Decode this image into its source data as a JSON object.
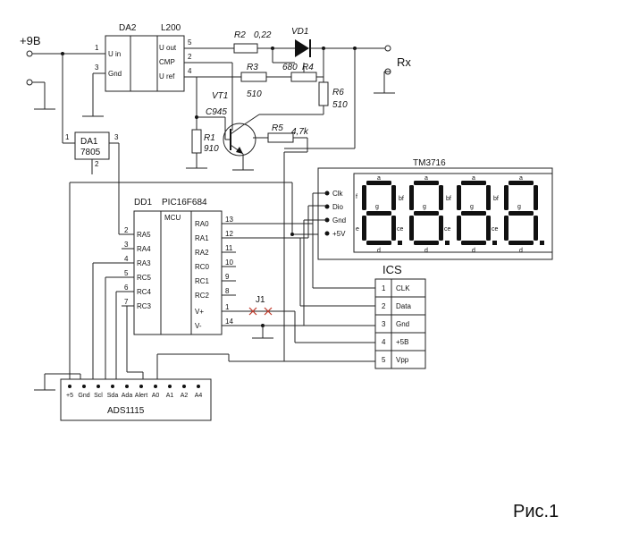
{
  "supply": {
    "label": "+9В"
  },
  "output": {
    "label": "Rx"
  },
  "figure_caption": "Рис.1",
  "da2": {
    "ref": "DA2",
    "part": "L200",
    "pins": {
      "p1": "1",
      "p3": "3",
      "p5": "5",
      "p2": "2",
      "p4": "4"
    },
    "labels": {
      "uin": "U in",
      "gnd": "Gnd",
      "uout": "U out",
      "cmp": "CMP",
      "uref": "U ref"
    }
  },
  "da1": {
    "ref": "DA1",
    "part": "7805",
    "pins": {
      "p1": "1",
      "p2": "2",
      "p3": "3"
    }
  },
  "resistors": {
    "r1": {
      "ref": "R1",
      "value": "910"
    },
    "r2": {
      "ref": "R2",
      "value": "0,22"
    },
    "r3": {
      "ref": "R3",
      "value": "510"
    },
    "r4": {
      "ref": "R4",
      "value": "680"
    },
    "r5": {
      "ref": "R5",
      "value": "4,7k"
    },
    "r6": {
      "ref": "R6",
      "value": "510"
    }
  },
  "vd1": {
    "ref": "VD1"
  },
  "vt1": {
    "ref": "VT1",
    "part": "C945"
  },
  "j1": {
    "ref": "J1"
  },
  "dd1": {
    "ref": "DD1",
    "part": "PIC16F684",
    "core": "MCU",
    "left_pins": [
      {
        "num": "2",
        "name": "RA5"
      },
      {
        "num": "3",
        "name": "RA4"
      },
      {
        "num": "4",
        "name": "RA3"
      },
      {
        "num": "5",
        "name": "RC5"
      },
      {
        "num": "6",
        "name": "RC4"
      },
      {
        "num": "7",
        "name": "RC3"
      }
    ],
    "right_pins": [
      {
        "num": "13",
        "name": "RA0"
      },
      {
        "num": "12",
        "name": "RA1"
      },
      {
        "num": "11",
        "name": "RA2"
      },
      {
        "num": "10",
        "name": "RC0"
      },
      {
        "num": "9",
        "name": "RC1"
      },
      {
        "num": "8",
        "name": "RC2"
      },
      {
        "num": "1",
        "name": "V+"
      },
      {
        "num": "14",
        "name": "V-"
      }
    ]
  },
  "tm3716": {
    "title": "TM3716",
    "pins": [
      "Clk",
      "Dio",
      "Gnd",
      "+5V"
    ],
    "digit_segment_letters": {
      "a": "a",
      "b": "b",
      "c": "c",
      "d": "d",
      "e": "e",
      "f": "f",
      "g": "g"
    }
  },
  "ics": {
    "title": "ICS",
    "pins": [
      {
        "num": "1",
        "name": "CLK"
      },
      {
        "num": "2",
        "name": "Data"
      },
      {
        "num": "3",
        "name": "Gnd"
      },
      {
        "num": "4",
        "name": "+5В"
      },
      {
        "num": "5",
        "name": "Vpp"
      }
    ]
  },
  "ads1115": {
    "title": "ADS1115",
    "pins": [
      "+5",
      "Gnd",
      "Scl",
      "Sda",
      "Ada",
      "Alert",
      "A0",
      "A1",
      "A2",
      "A4"
    ]
  }
}
